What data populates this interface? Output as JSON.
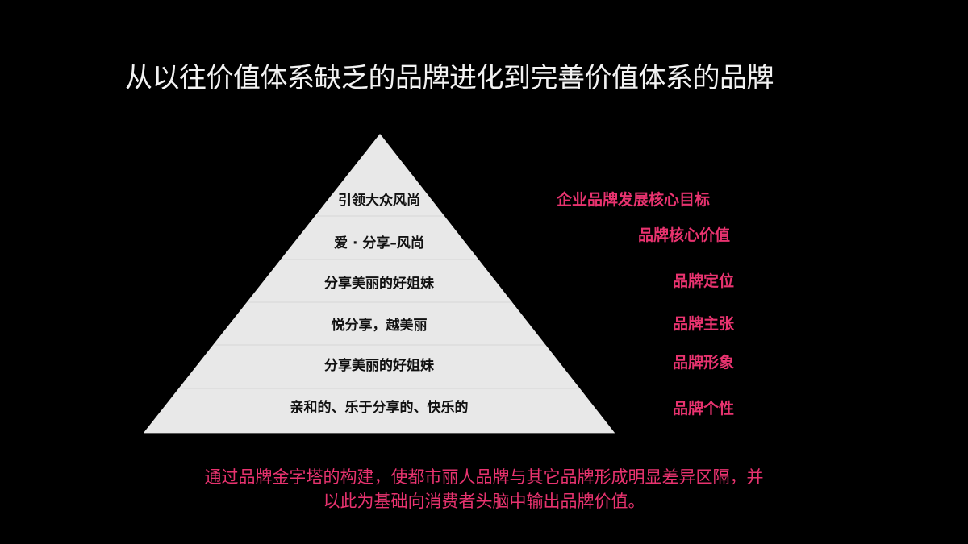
{
  "slide": {
    "title": "从以往价值体系缺乏的品牌进化到完善价值体系的品牌",
    "colors": {
      "background": "#000000",
      "title": "#f2f2f2",
      "pyramid_fill": "#e8e8e8",
      "pyramid_divider": "#d6d6d6",
      "layer_text": "#111111",
      "accent_pink": "#e8336f"
    }
  },
  "pyramid": {
    "layers": [
      {
        "label": "引领大众风尚",
        "category": "企业品牌发展核心目标"
      },
      {
        "label": "爱 · 分享–风尚",
        "category": "品牌核心价值"
      },
      {
        "label": "分享美丽的好姐妹",
        "category": "品牌定位"
      },
      {
        "label": "悦分享，越美丽",
        "category": "品牌主张"
      },
      {
        "label": "分享美丽的好姐妹",
        "category": "品牌形象"
      },
      {
        "label": "亲和的、乐于分享的、快乐的",
        "category": "品牌个性"
      }
    ]
  },
  "footer": {
    "line1": "通过品牌金字塔的构建，使都市丽人品牌与其它品牌形成明显差异区隔，并",
    "line2": "以此为基础向消费者头脑中输出品牌价值。"
  }
}
